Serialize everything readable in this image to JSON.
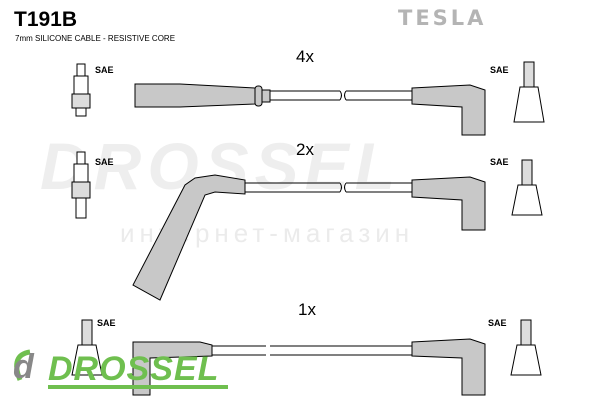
{
  "header": {
    "part_number": "T191B",
    "description": "7mm SILICONE CABLE - RESISTIVE CORE",
    "brand": "TESLA"
  },
  "rows": [
    {
      "quantity": "4x",
      "left_label": "SAE",
      "right_label": "SAE"
    },
    {
      "quantity": "2x",
      "left_label": "SAE",
      "right_label": "SAE"
    },
    {
      "quantity": "1x",
      "left_label": "SAE",
      "right_label": "SAE"
    }
  ],
  "watermark": {
    "brand": "DROSSEL",
    "tagline": "интернет-магазин",
    "logo_letter": "d"
  },
  "colors": {
    "boot_fill": "#c8c8c8",
    "logo_green": "#6fbf4f"
  }
}
